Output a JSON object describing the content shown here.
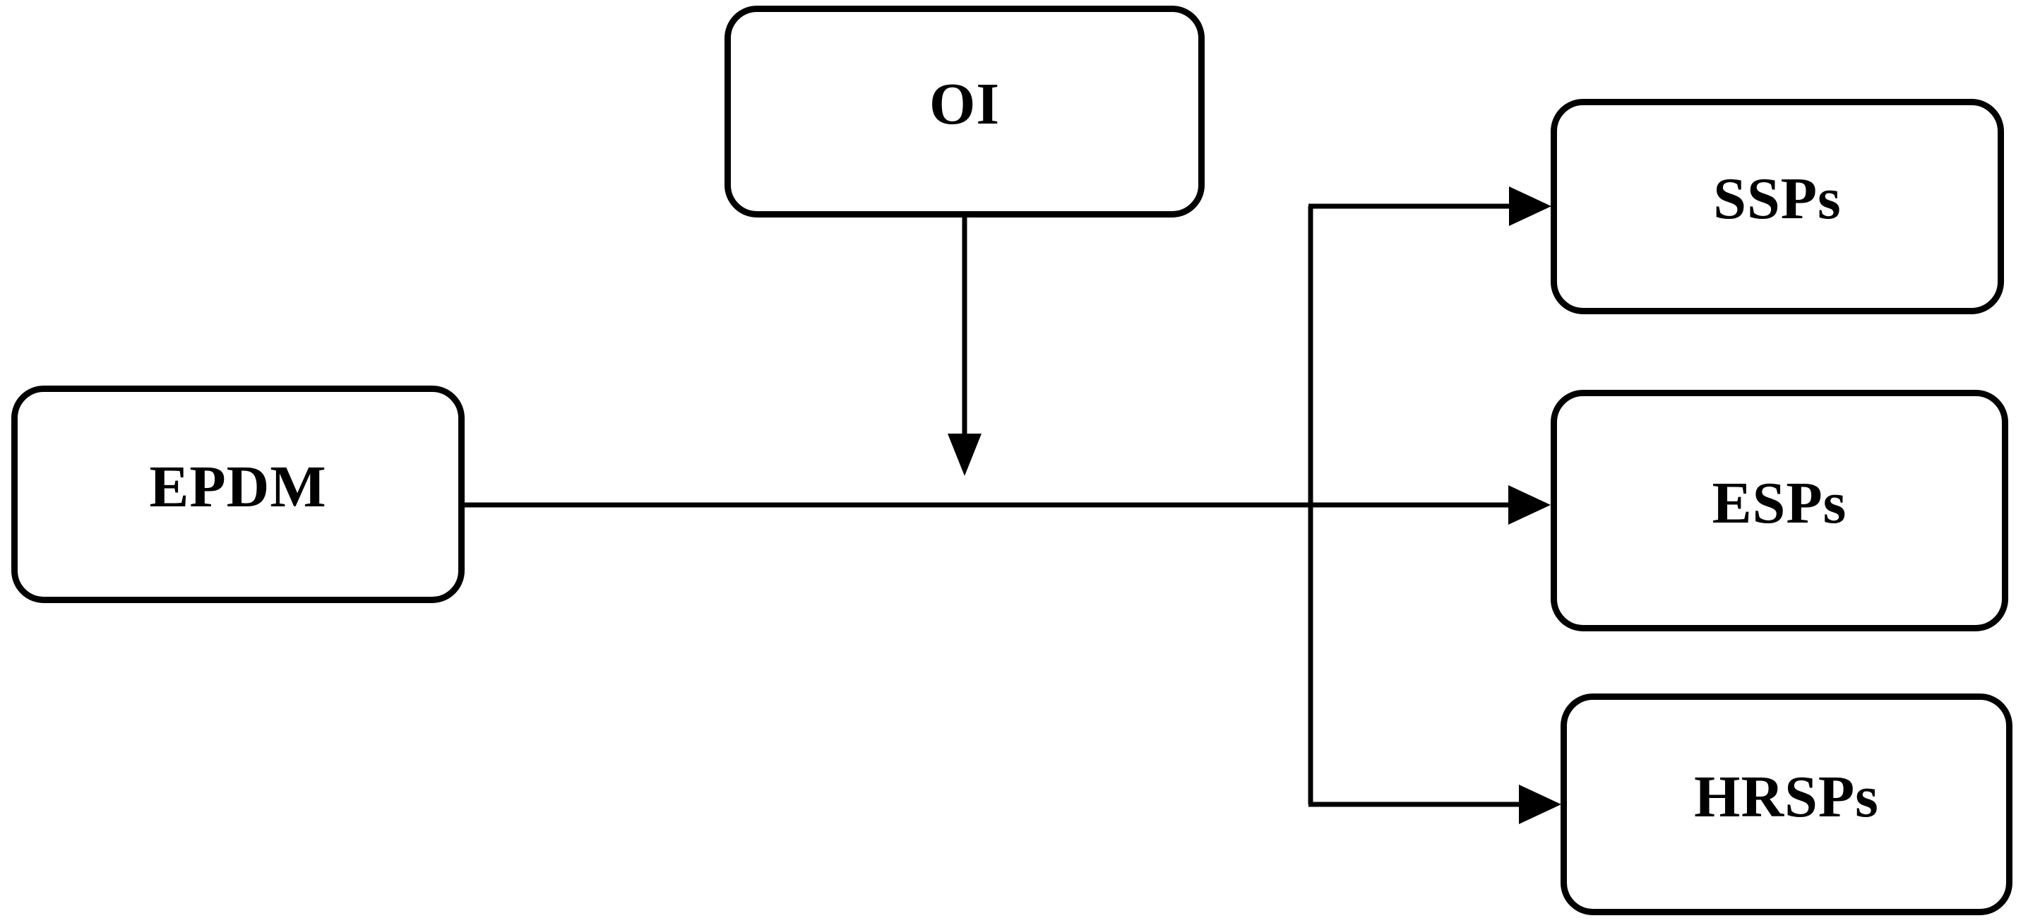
{
  "diagram": {
    "background_color": "#ffffff",
    "stroke_color": "#000000",
    "text_color": "#000000",
    "nodes": {
      "oi": {
        "label": "OI"
      },
      "epdm": {
        "label": "EPDM"
      },
      "ssps": {
        "label": "SSPs"
      },
      "esps": {
        "label": "ESPs"
      },
      "hrsps": {
        "label": "HRSPs"
      }
    },
    "edges": [
      {
        "from": "OI",
        "to": "EPDM process line",
        "direction": "down"
      },
      {
        "from": "EPDM",
        "to": "SSPs",
        "direction": "right"
      },
      {
        "from": "EPDM",
        "to": "ESPs",
        "direction": "right"
      },
      {
        "from": "EPDM",
        "to": "HRSPs",
        "direction": "right"
      }
    ]
  }
}
